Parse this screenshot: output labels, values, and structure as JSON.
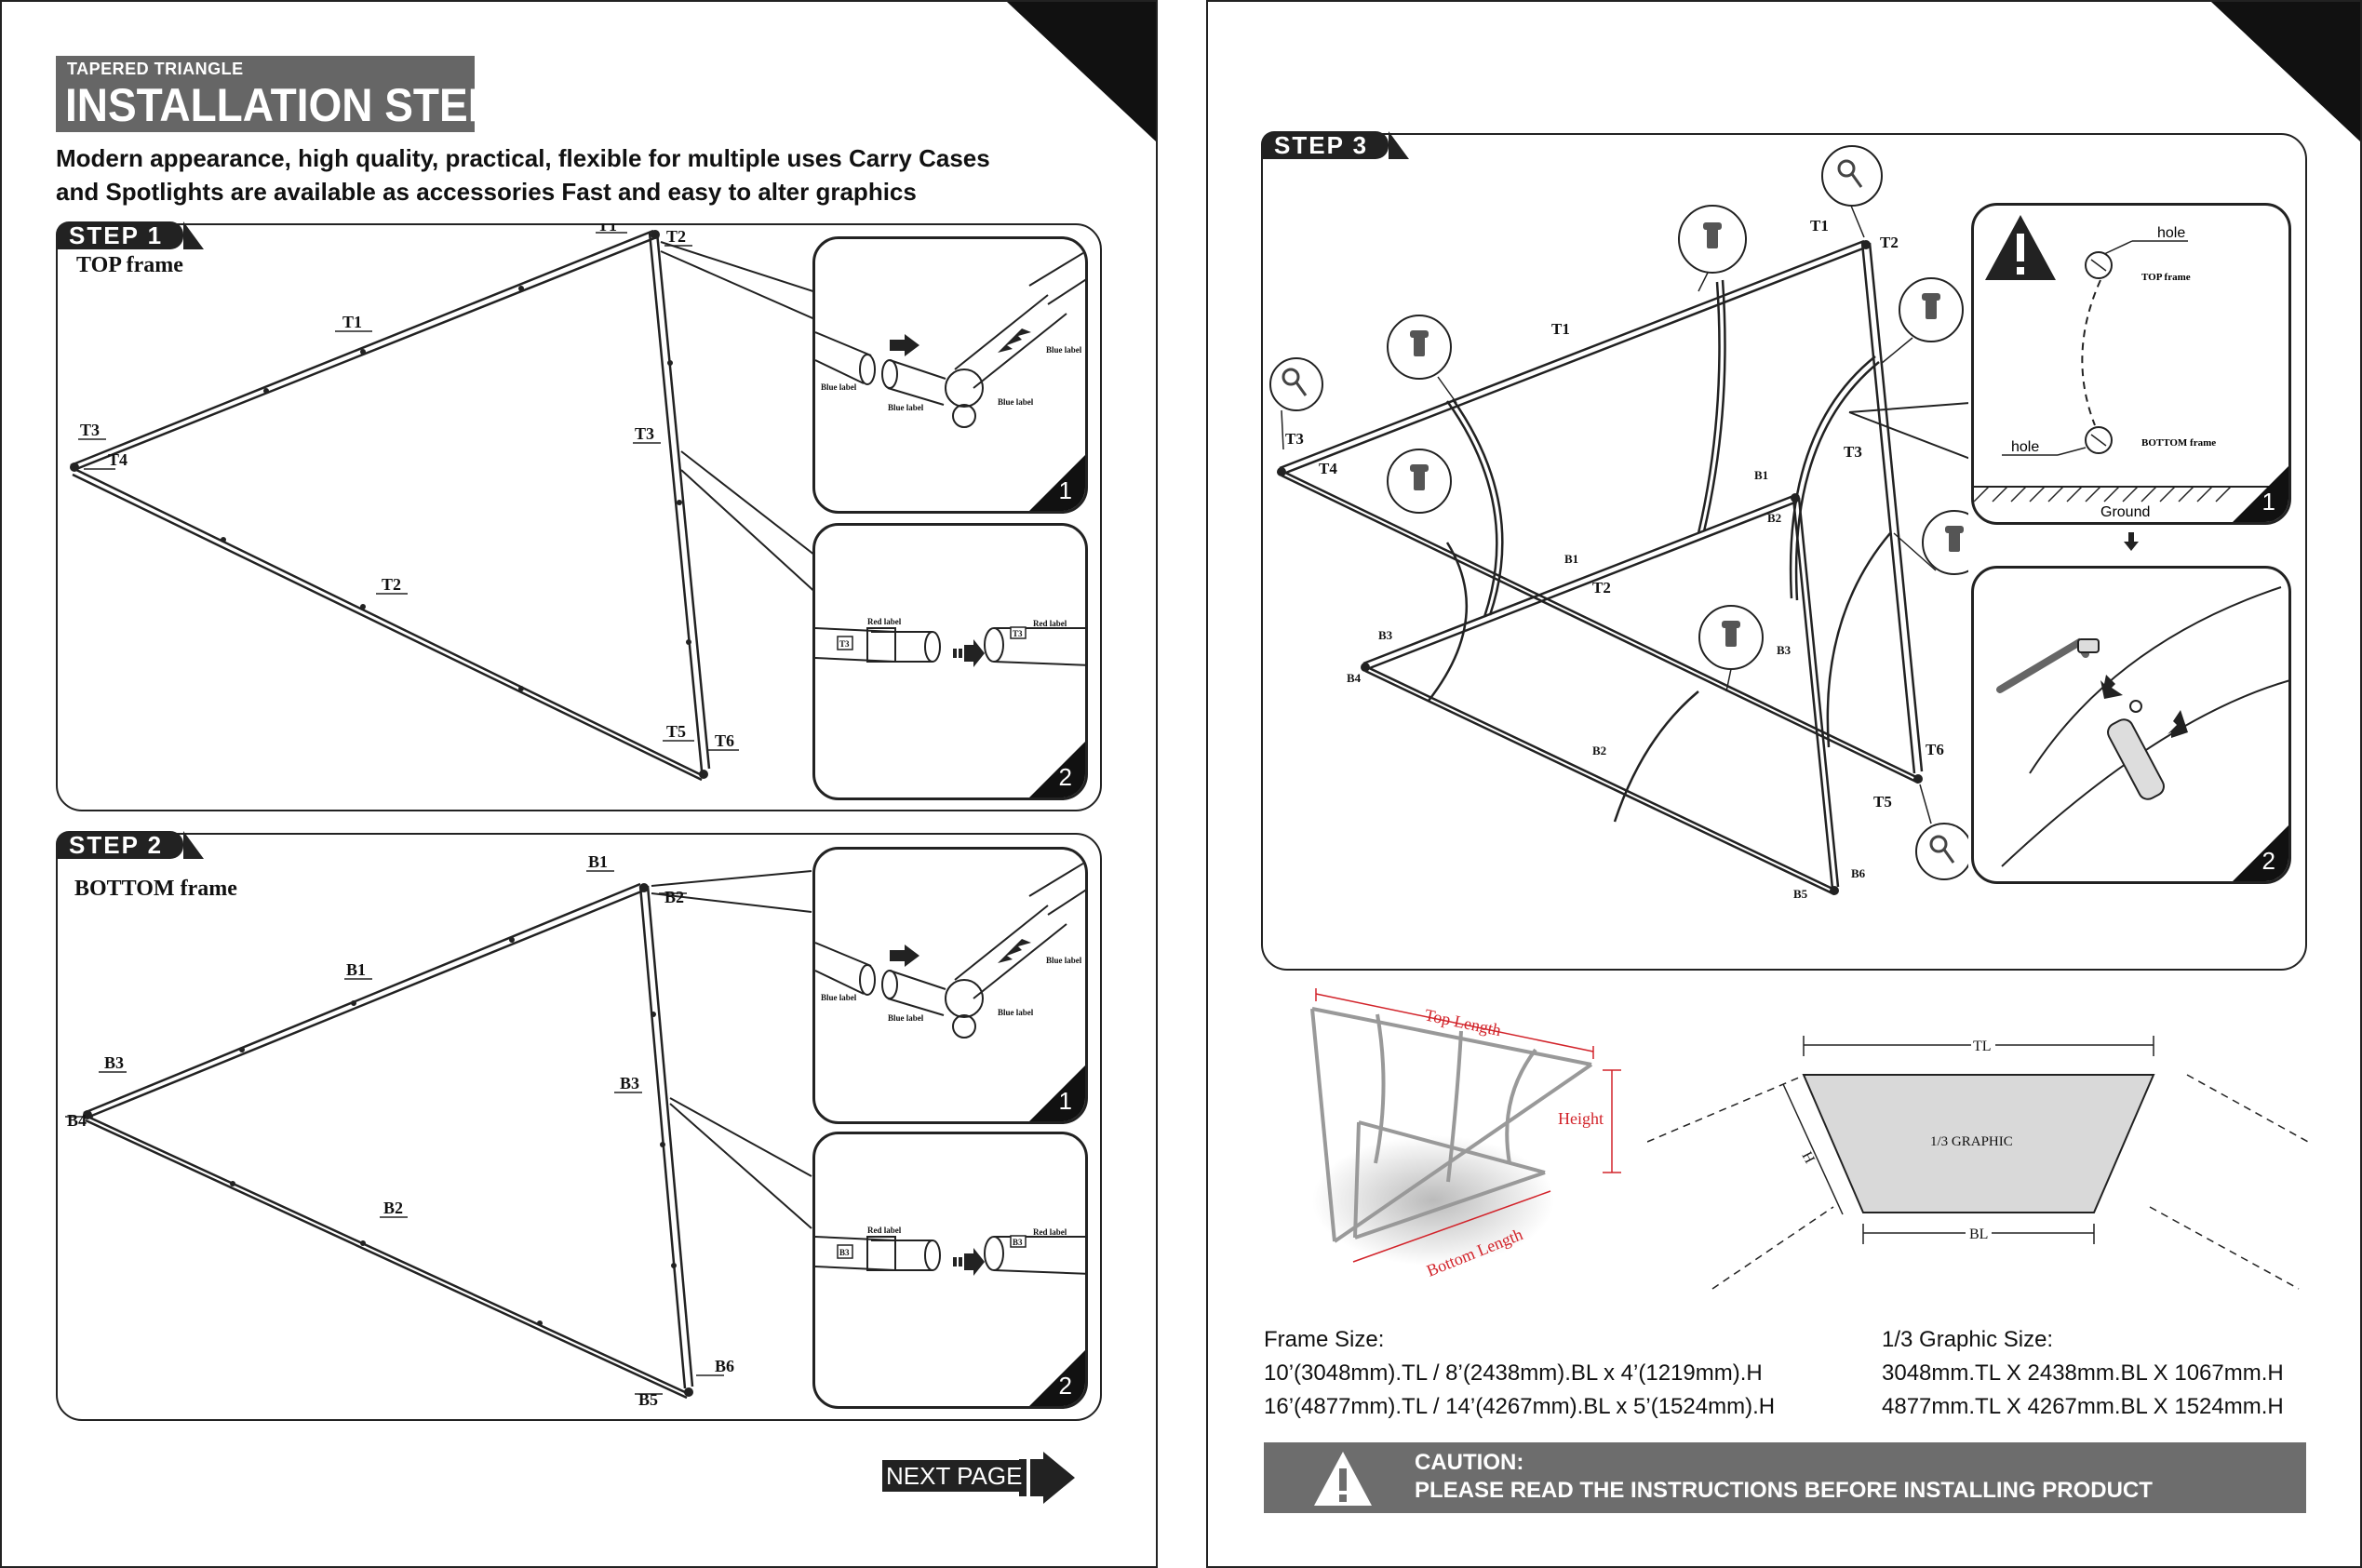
{
  "left_page": {
    "header_subtitle": "TAPERED TRIANGLE",
    "header_title": "INSTALLATION STEPS",
    "intro_line1": "Modern appearance, high quality, practical, flexible for multiple uses Carry Cases",
    "intro_line2": "and Spotlights are available as accessories Fast and easy to alter graphics",
    "step1": {
      "tag": "STEP 1",
      "frame_label": "TOP frame",
      "parts": [
        "T1",
        "T2",
        "T3",
        "T4",
        "T5",
        "T6"
      ],
      "inset1_labels": [
        "Blue label",
        "Blue label",
        "Blue label",
        "Blue label"
      ],
      "inset1_number": "1",
      "inset2_labels": [
        "Red label",
        "Red label"
      ],
      "inset2_codes": [
        "T3",
        "T3"
      ],
      "inset2_number": "2"
    },
    "step2": {
      "tag": "STEP 2",
      "frame_label": "BOTTOM frame",
      "parts": [
        "B1",
        "B2",
        "B3",
        "B4",
        "B5",
        "B6"
      ],
      "inset1_labels": [
        "Blue label",
        "Blue label",
        "Blue label",
        "Blue label"
      ],
      "inset1_number": "1",
      "inset2_labels": [
        "Red label",
        "Red label"
      ],
      "inset2_codes": [
        "B3",
        "B3"
      ],
      "inset2_number": "2"
    },
    "next_page": "NEXT PAGE"
  },
  "right_page": {
    "step3": {
      "tag": "STEP 3",
      "parts": [
        "T1",
        "T2",
        "T3",
        "T4",
        "T5",
        "T6",
        "B1",
        "B2",
        "B3",
        "B4",
        "B5",
        "B6"
      ],
      "inset1": {
        "hole_top": "hole",
        "top_frame": "TOP frame",
        "hole_bottom": "hole",
        "bottom_frame": "BOTTOM frame",
        "ground": "Ground",
        "number": "1"
      },
      "inset2_number": "2"
    },
    "dimensions": {
      "top_length": "Top Length",
      "height": "Height",
      "bottom_length": "Bottom Length",
      "tl": "TL",
      "h": "H",
      "bl": "BL",
      "graphic": "1/3 GRAPHIC"
    },
    "frame_size": {
      "title": "Frame Size:",
      "line1": "10’(3048mm).TL / 8’(2438mm).BL x 4’(1219mm).H",
      "line2": "16’(4877mm).TL / 14’(4267mm).BL x 5’(1524mm).H"
    },
    "graphic_size": {
      "title": "1/3 Graphic Size:",
      "line1": "3048mm.TL X 2438mm.BL X 1067mm.H",
      "line2": "4877mm.TL X 4267mm.BL X 1524mm.H"
    },
    "caution": {
      "title": "CAUTION:",
      "text": "PLEASE READ THE INSTRUCTIONS BEFORE INSTALLING PRODUCT"
    }
  },
  "colors": {
    "ink": "#222222",
    "header_gray": "#666666",
    "caution_gray": "#6d6d6d",
    "dimension_red": "#d2232a"
  }
}
